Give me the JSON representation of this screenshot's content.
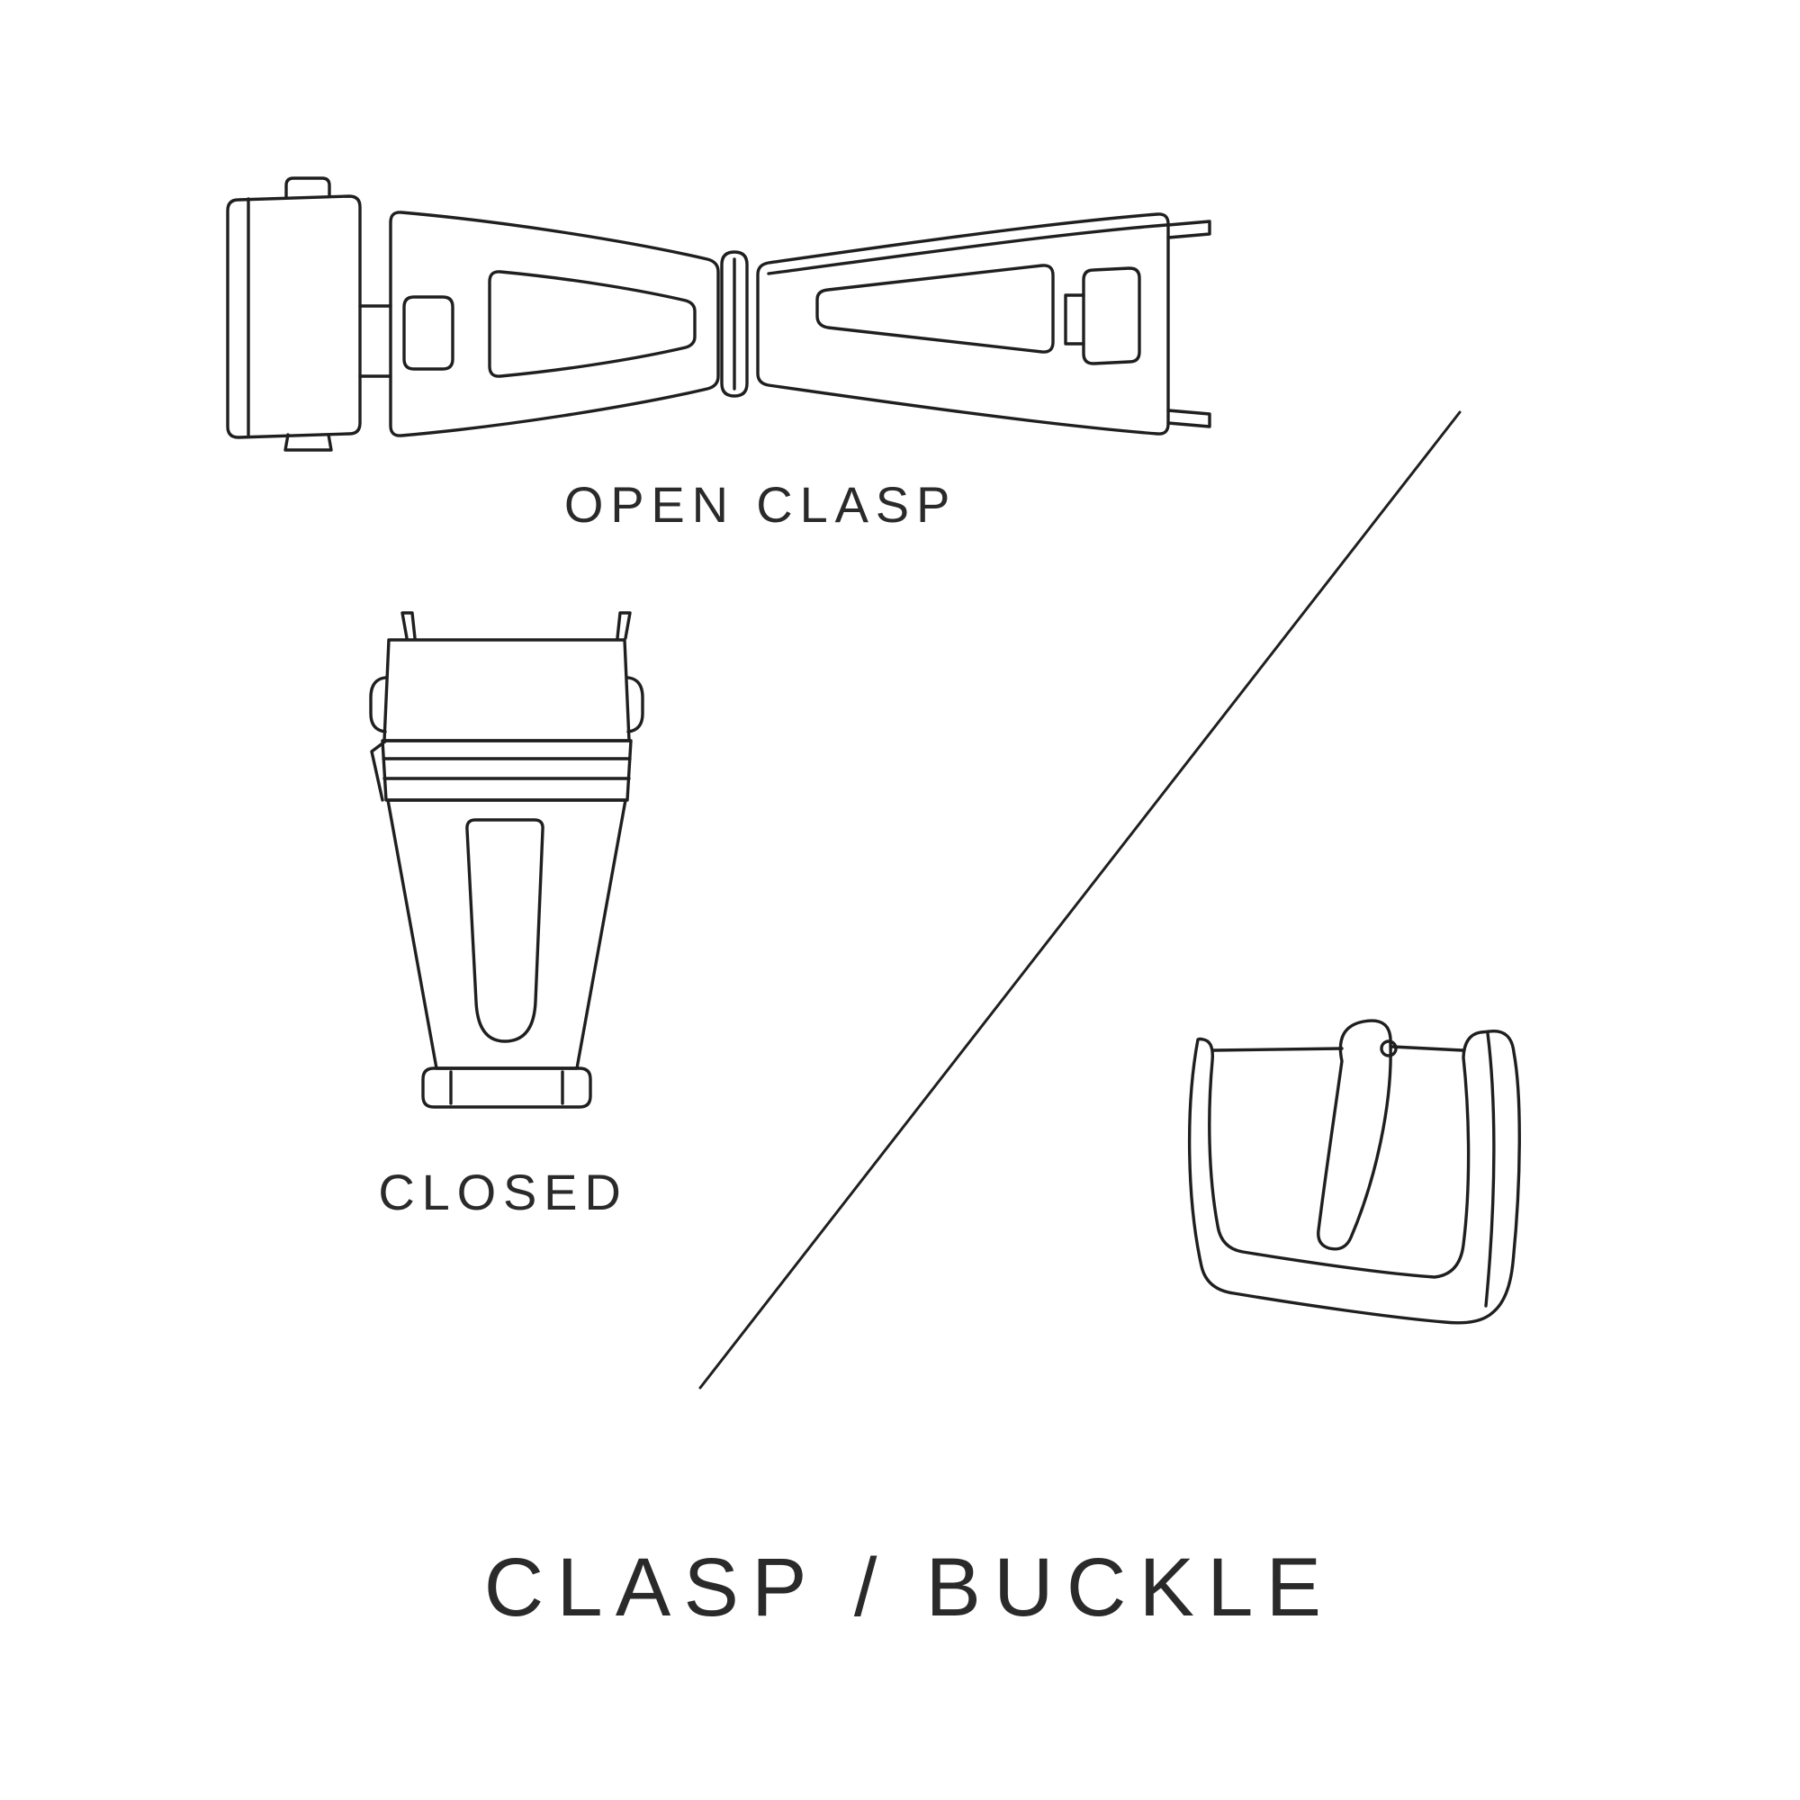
{
  "canvas": {
    "background": "#ffffff",
    "stroke_color": "#1f1f1f",
    "text_color": "#2a2a2a"
  },
  "labels": {
    "open_clasp": "OPEN CLASP",
    "closed": "CLOSED"
  },
  "title": "CLASP / BUCKLE",
  "illustrations": {
    "open_clasp": "watch deployant clasp shown open, top view",
    "closed_clasp": "watch deployant clasp shown closed, top view",
    "pin_buckle": "watch strap pin buckle with tongue, perspective view",
    "divider": "diagonal separator line"
  }
}
